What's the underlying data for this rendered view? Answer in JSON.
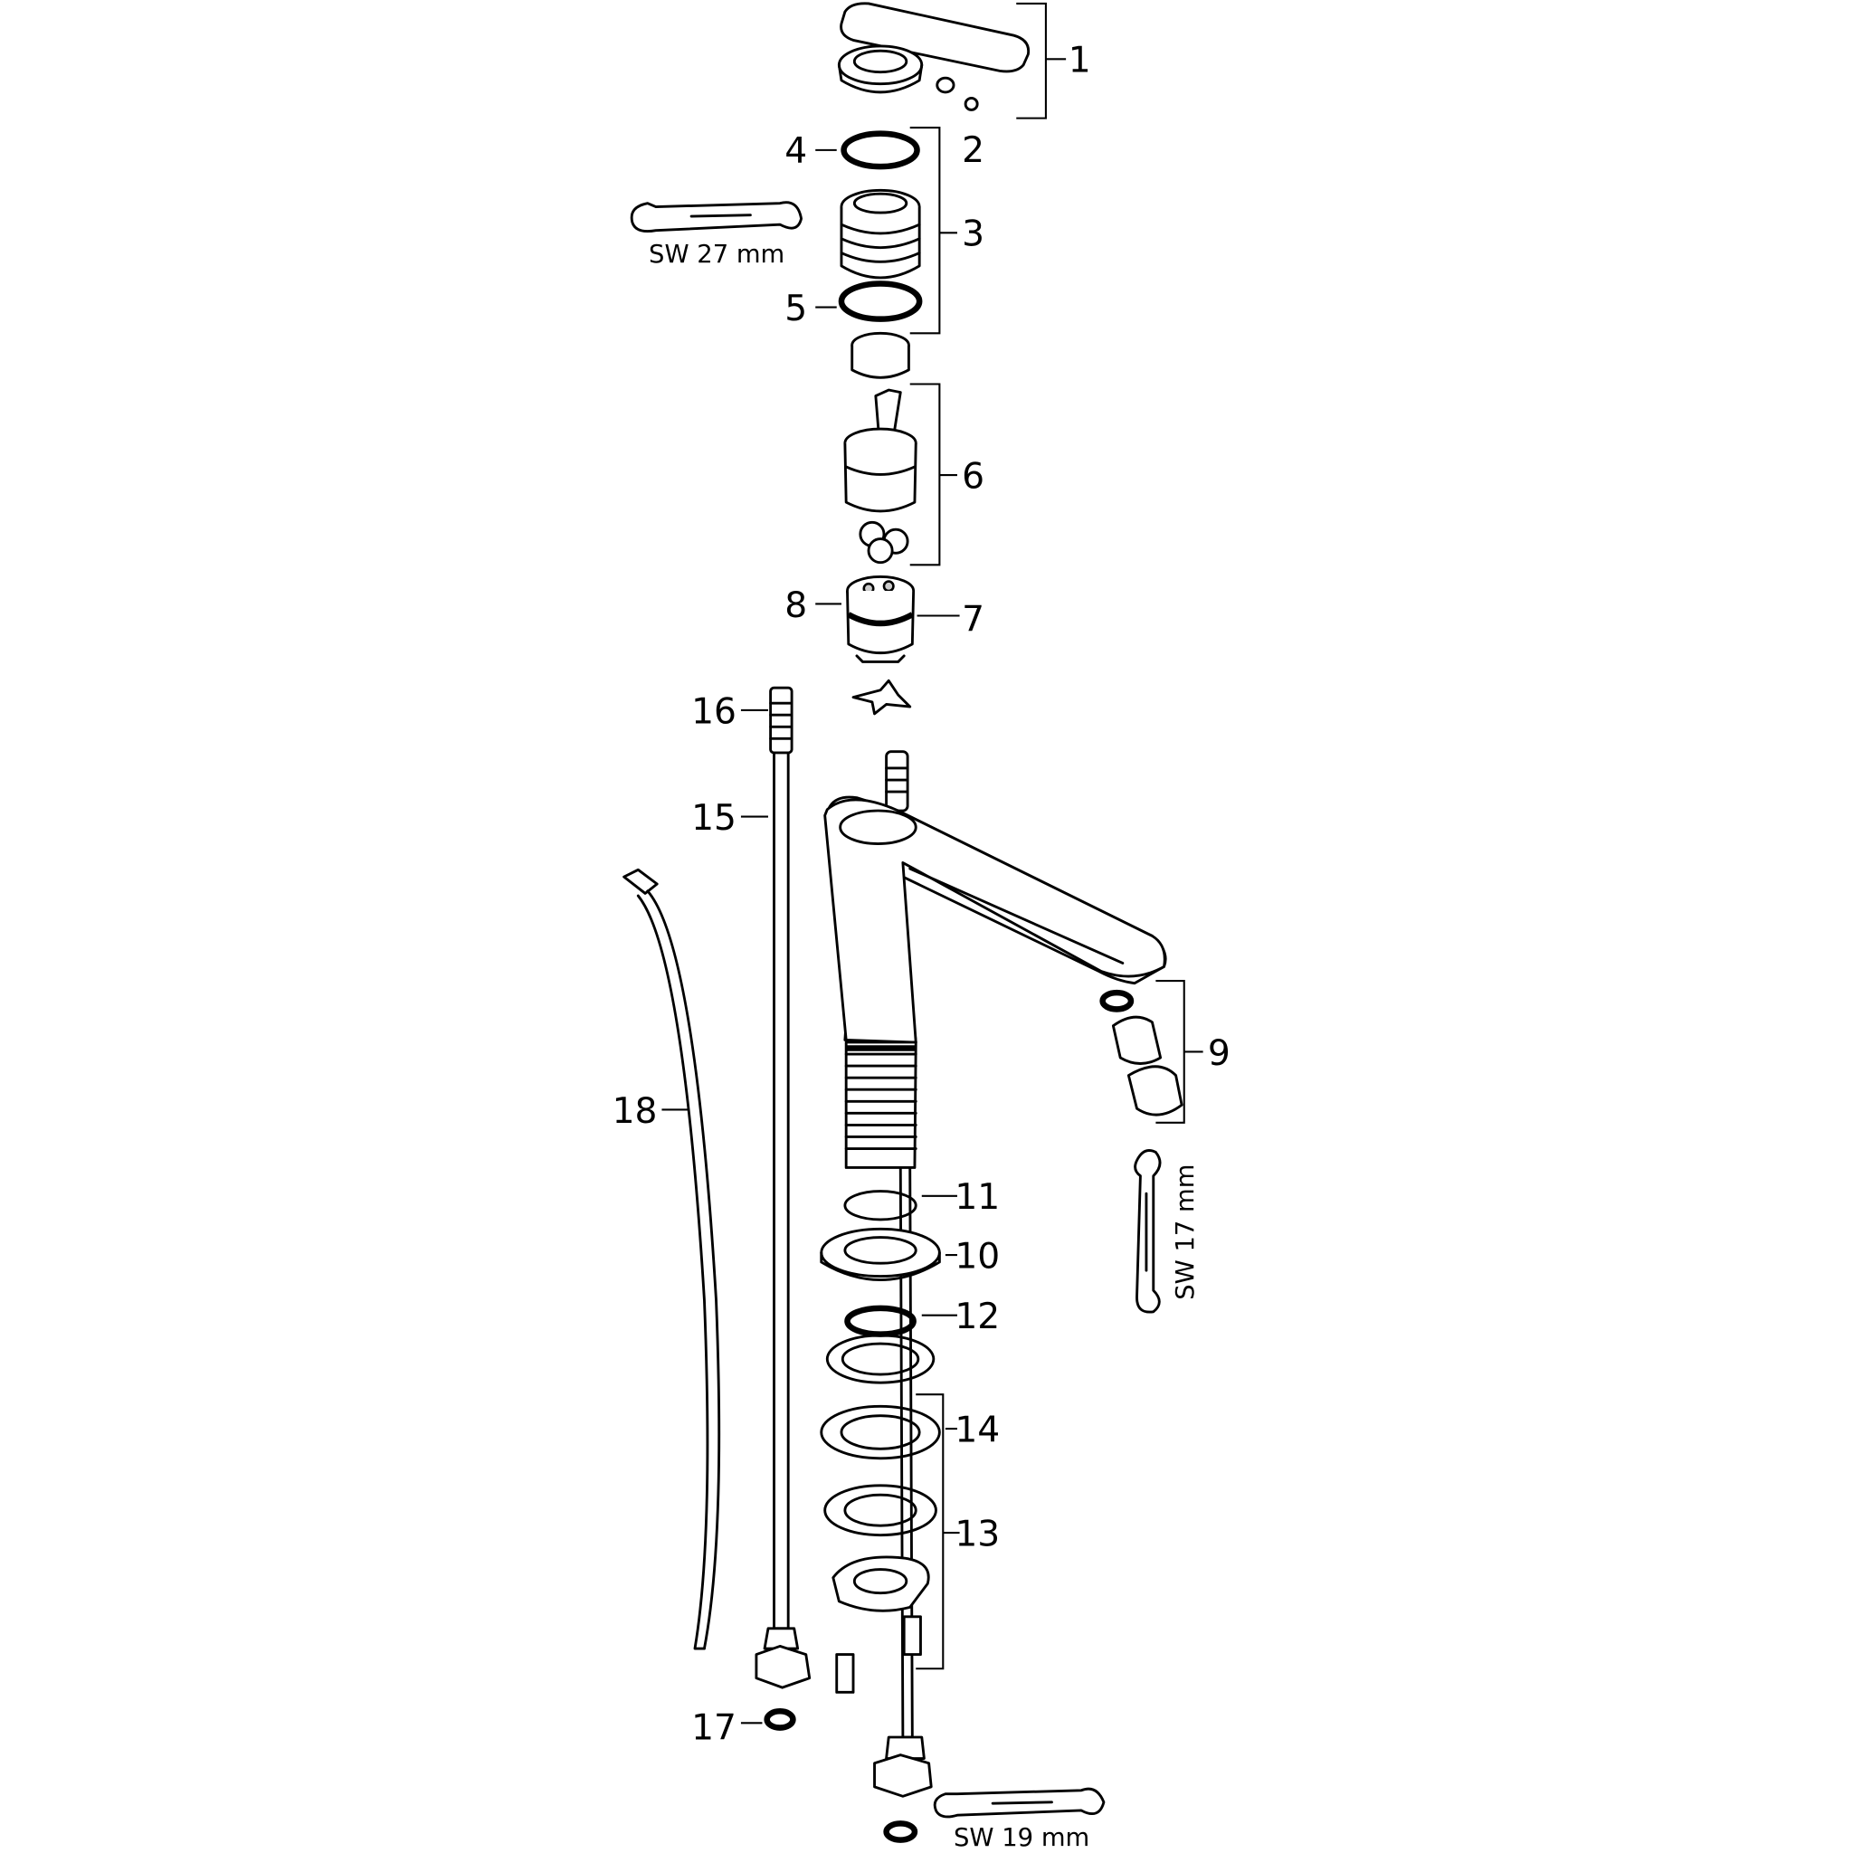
{
  "labels": {
    "p1": "1",
    "p2": "2",
    "p3": "3",
    "p4": "4",
    "p5": "5",
    "p6": "6",
    "p7": "7",
    "p8": "8",
    "p9": "9",
    "p10": "10",
    "p11": "11",
    "p12": "12",
    "p13": "13",
    "p14": "14",
    "p15": "15",
    "p16": "16",
    "p17": "17",
    "p18": "18"
  },
  "wrenches": {
    "sw27": "SW 27 mm",
    "sw17": "SW 17 mm",
    "sw19": "SW 19 mm"
  },
  "colors": {
    "line": "#000000",
    "background": "#ffffff"
  }
}
